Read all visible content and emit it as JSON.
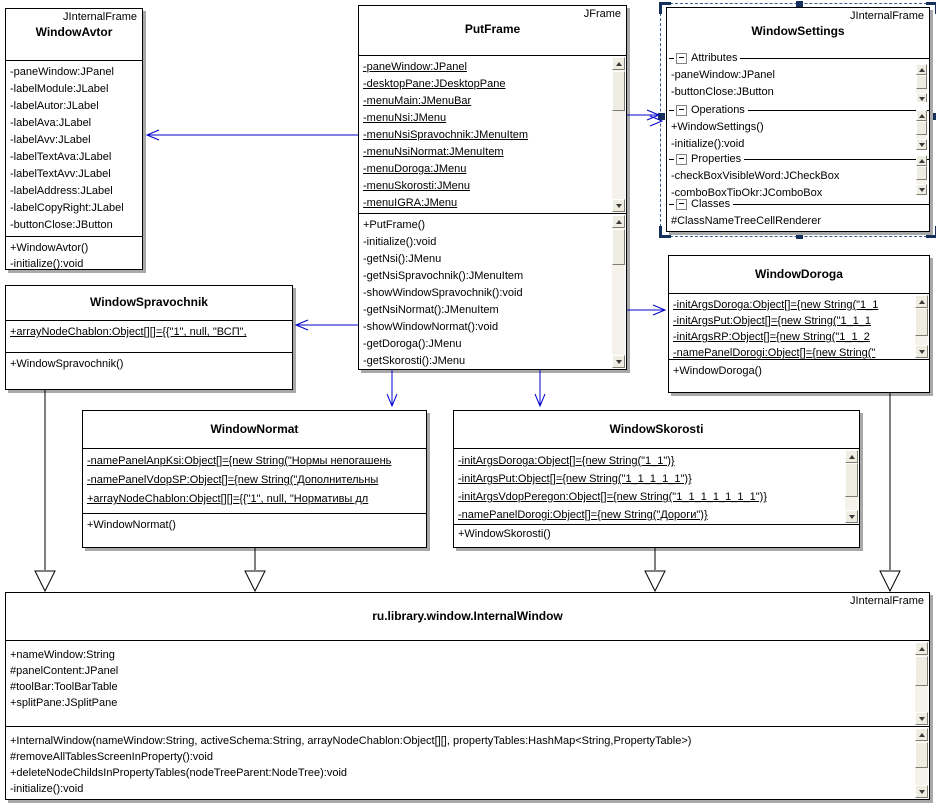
{
  "colors": {
    "dependency_blue": "#0000CC",
    "selection_navy": "#16305C",
    "shadow_gray": "#A8A8A8",
    "box_border": "#000000",
    "background": "#FFFFFF"
  },
  "classes": {
    "windowAvtor": {
      "stereotype": "JInternalFrame",
      "name": "WindowAvtor",
      "attributes": [
        "-paneWindow:JPanel",
        "-labelModule:JLabel",
        "-labelAutor:JLabel",
        "-labelAva:JLabel",
        "-labelAvv:JLabel",
        "-labelTextAva:JLabel",
        "-labelTextAvv:JLabel",
        "-labelAddress:JLabel",
        "-labelCopyRight:JLabel",
        "-buttonClose:JButton"
      ],
      "operations": [
        "+WindowAvtor()",
        "-initialize():void"
      ]
    },
    "putFrame": {
      "stereotype": "JFrame",
      "name": "PutFrame",
      "attributes": [
        "-paneWindow:JPanel",
        "-desktopPane:JDesktopPane",
        "-menuMain:JMenuBar",
        "-menuNsi:JMenu",
        "-menuNsiSpravochnik:JMenuItem",
        "-menuNsiNormat:JMenuItem",
        "-menuDoroga:JMenu",
        "-menuSkorosti:JMenu",
        "-menuIGRA:JMenu"
      ],
      "operations": [
        "+PutFrame()",
        "-initialize():void",
        "-getNsi():JMenu",
        "-getNsiSpravochnik():JMenuItem",
        "-showWindowSpravochnik():void",
        "-getNsiNormat():JMenuItem",
        "-showWindowNormat():void",
        "-getDoroga():JMenu",
        "-getSkorosti():JMenu"
      ]
    },
    "windowSettings": {
      "stereotype": "JInternalFrame",
      "name": "WindowSettings",
      "sections": {
        "attributes": {
          "label": "Attributes",
          "items": [
            "-paneWindow:JPanel",
            "-buttonClose:JButton"
          ]
        },
        "operations": {
          "label": "Operations",
          "items": [
            "+WindowSettings()",
            "-initialize():void"
          ]
        },
        "properties": {
          "label": "Properties",
          "items": [
            "-checkBoxVisibleWord:JCheckBox",
            "-comboBoxTipOkr:JComboBox"
          ]
        },
        "classes": {
          "label": "Classes",
          "items": [
            "#ClassNameTreeCellRenderer"
          ]
        }
      }
    },
    "windowDoroga": {
      "name": "WindowDoroga",
      "attributes": [
        "-initArgsDoroga:Object[]={new String(\"1_1",
        "-initArgsPut:Object[]={new String(\"1_1_1",
        "-initArgsRP:Object[]={new String(\"1_1_2",
        "-namePanelDorogi:Object[]={new String(\""
      ],
      "operations": [
        "+WindowDoroga()"
      ]
    },
    "windowSpravochnik": {
      "name": "WindowSpravochnik",
      "attributes": [
        "+arrayNodeChablon:Object[][]={{\"1\", null, \"ВСП\","
      ],
      "operations": [
        "+WindowSpravochnik()"
      ]
    },
    "windowNormat": {
      "name": "WindowNormat",
      "attributes": [
        "-namePanelAnpKsi:Object[]={new String(\"Нормы непогашень",
        "-namePanelVdopSP:Object[]={new String(\"Дополнительны",
        "+arrayNodeChablon:Object[][]={{\"1\", null, \"Нормативы дл"
      ],
      "operations": [
        "+WindowNormat()"
      ]
    },
    "windowSkorosti": {
      "name": "WindowSkorosti",
      "attributes": [
        "-initArgsDoroga:Object[]={new String(\"1_1\")}",
        "-initArgsPut:Object[]={new String(\"1_1_1_1_1\")}",
        "-initArgsVdopPeregon:Object[]={new String(\"1_1_1_1_1_1_1\")}",
        "-namePanelDorogi:Object[]={new String(\"Дороги\")}"
      ],
      "operations": [
        "+WindowSkorosti()"
      ]
    },
    "internalWindow": {
      "stereotype": "JInternalFrame",
      "name": "ru.library.window.InternalWindow",
      "attributes": [
        "+nameWindow:String",
        "#panelContent:JPanel",
        "#toolBar:ToolBarTable",
        "+splitPane:JSplitPane"
      ],
      "operations": [
        "+InternalWindow(nameWindow:String, activeSchema:String, arrayNodeChablon:Object[][], propertyTables:HashMap<String,PropertyTable>)",
        "#removeAllTablesScreenInProperty():void",
        "+deleteNodeChildsInPropertyTables(nodeTreeParent:NodeTree):void",
        "-initialize():void"
      ]
    }
  },
  "edges": [
    {
      "type": "dependency",
      "from": "PutFrame",
      "to": "WindowAvtor"
    },
    {
      "type": "dependency",
      "from": "PutFrame",
      "to": "WindowSpravochnik"
    },
    {
      "type": "dependency",
      "from": "PutFrame",
      "to": "WindowSettings"
    },
    {
      "type": "dependency",
      "from": "PutFrame",
      "to": "WindowDoroga"
    },
    {
      "type": "dependency",
      "from": "PutFrame",
      "to": "WindowNormat"
    },
    {
      "type": "dependency",
      "from": "PutFrame",
      "to": "WindowSkorosti"
    },
    {
      "type": "generalization",
      "from": "WindowSpravochnik",
      "to": "ru.library.window.InternalWindow"
    },
    {
      "type": "generalization",
      "from": "WindowNormat",
      "to": "ru.library.window.InternalWindow"
    },
    {
      "type": "generalization",
      "from": "WindowSkorosti",
      "to": "ru.library.window.InternalWindow"
    },
    {
      "type": "generalization",
      "from": "WindowDoroga",
      "to": "ru.library.window.InternalWindow"
    }
  ]
}
